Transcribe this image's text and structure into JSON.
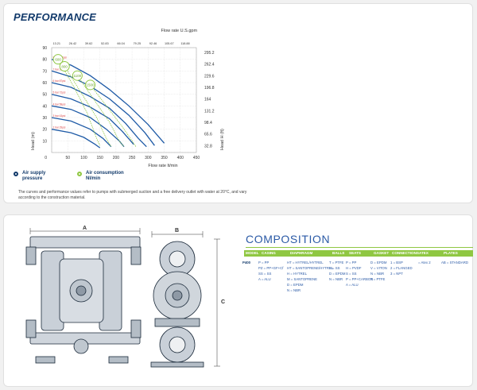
{
  "performance": {
    "title": "PERFORMANCE",
    "legend_supply": "Air supply pressure",
    "legend_consumption": "Air consumption Nl/min",
    "note": "The curves and performance values refer to pumps with submerged suction and a free delivery outlet with water at 20°C, and vary according to the construction material."
  },
  "chart_data": {
    "type": "line",
    "title": "",
    "xlabel": "Flow rate lt/min",
    "x2label": "Flow rate U.S.gpm",
    "ylabel": "Head (m)",
    "y2label": "Head H (ft)",
    "xlim": [
      0,
      450
    ],
    "ylim": [
      0,
      90
    ],
    "x_ticks": [
      "50",
      "100",
      "150",
      "200",
      "250",
      "300",
      "350",
      "400",
      "450"
    ],
    "y_ticks": [
      "10",
      "20",
      "30",
      "40",
      "50",
      "60",
      "70",
      "80",
      "90"
    ],
    "x2_ticks": [
      "13.21",
      "26.42",
      "39.62",
      "52.83",
      "66.04",
      "79.25",
      "92.46",
      "105.67",
      "118.88"
    ],
    "y2_ticks": [
      "295.2",
      "262.4",
      "229.6",
      "196.8",
      "164",
      "131.2",
      "98.4",
      "65.6",
      "32.8"
    ],
    "series": [
      {
        "name": "8 bar 116psi",
        "values": [
          [
            0,
            80
          ],
          [
            60,
            75
          ],
          [
            120,
            66
          ],
          [
            180,
            54
          ],
          [
            240,
            40
          ],
          [
            300,
            24
          ],
          [
            350,
            8
          ]
        ]
      },
      {
        "name": "7 bar 101psi",
        "values": [
          [
            0,
            70
          ],
          [
            60,
            65
          ],
          [
            120,
            57
          ],
          [
            180,
            46
          ],
          [
            240,
            32
          ],
          [
            290,
            17
          ],
          [
            320,
            6
          ]
        ]
      },
      {
        "name": "6 bar 87psi",
        "values": [
          [
            0,
            60
          ],
          [
            60,
            56
          ],
          [
            120,
            48
          ],
          [
            180,
            38
          ],
          [
            230,
            25
          ],
          [
            270,
            12
          ],
          [
            295,
            5
          ]
        ]
      },
      {
        "name": "5 bar 72psi",
        "values": [
          [
            0,
            50
          ],
          [
            60,
            46
          ],
          [
            120,
            39
          ],
          [
            180,
            29
          ],
          [
            220,
            18
          ],
          [
            255,
            7
          ]
        ]
      },
      {
        "name": "4 bar 58psi",
        "values": [
          [
            0,
            40
          ],
          [
            60,
            37
          ],
          [
            120,
            30
          ],
          [
            170,
            20
          ],
          [
            210,
            10
          ],
          [
            225,
            5
          ]
        ]
      },
      {
        "name": "3 bar 43psi",
        "values": [
          [
            0,
            30
          ],
          [
            60,
            27
          ],
          [
            120,
            20
          ],
          [
            160,
            12
          ],
          [
            185,
            5
          ]
        ]
      },
      {
        "name": "2 bar 29psi",
        "values": [
          [
            0,
            20
          ],
          [
            60,
            17
          ],
          [
            100,
            13
          ],
          [
            135,
            7
          ],
          [
            150,
            4
          ]
        ]
      }
    ],
    "consumption_series": [
      {
        "name": "600",
        "values": [
          [
            20,
            80
          ],
          [
            70,
            56
          ],
          [
            110,
            34
          ],
          [
            140,
            12
          ],
          [
            150,
            6
          ]
        ]
      },
      {
        "name": "800",
        "values": [
          [
            40,
            74
          ],
          [
            90,
            52
          ],
          [
            140,
            30
          ],
          [
            170,
            12
          ],
          [
            185,
            5
          ]
        ]
      },
      {
        "name": "1100",
        "values": [
          [
            80,
            66
          ],
          [
            130,
            46
          ],
          [
            180,
            26
          ],
          [
            210,
            10
          ],
          [
            225,
            5
          ]
        ]
      },
      {
        "name": "1500",
        "values": [
          [
            120,
            58
          ],
          [
            170,
            40
          ],
          [
            220,
            22
          ],
          [
            250,
            10
          ],
          [
            262,
            5
          ]
        ]
      }
    ]
  },
  "composition": {
    "title": "COMPOSITION",
    "headers": [
      "MODEL",
      "CASING",
      "DIAPHRAGM",
      "BALLS",
      "SEATS",
      "GASKET",
      "CONNECTIONS",
      "ATEX",
      "PLATES"
    ],
    "model": "P400",
    "casing": [
      "P = PP",
      "PZ = PP+GF+Cf",
      "SS = SS",
      "A = ALU"
    ],
    "diaphragm": [
      "HT = HYTREL/HYTREL",
      "HT = SANTOPRENE/HYTREL",
      "H = HYTREL",
      "M = SANTOPRENE",
      "D = EPDM",
      "N = NBR"
    ],
    "balls": [
      "T = PTFE",
      "S = SS",
      "D = EPDM",
      "N = NBR"
    ],
    "seats": [
      "P = PP",
      "H = PVDF",
      "S = SS",
      "P = PP+CARBON",
      "A = ALU"
    ],
    "gasket": [
      "D = EPDM",
      "V = VITON",
      "N = NBR",
      "T = PTFE"
    ],
    "connections": [
      "1 = BSP",
      "2 = FLANGED",
      "3 = NPT"
    ],
    "atex": "= Atex 2",
    "plates": "AB = STANDARD"
  },
  "drawing": {
    "dim_a": "A",
    "dim_b": "B",
    "dim_c": "C"
  },
  "colors": {
    "navy": "#123a6b",
    "green": "#8fc742",
    "blue": "#2b5aa6"
  }
}
